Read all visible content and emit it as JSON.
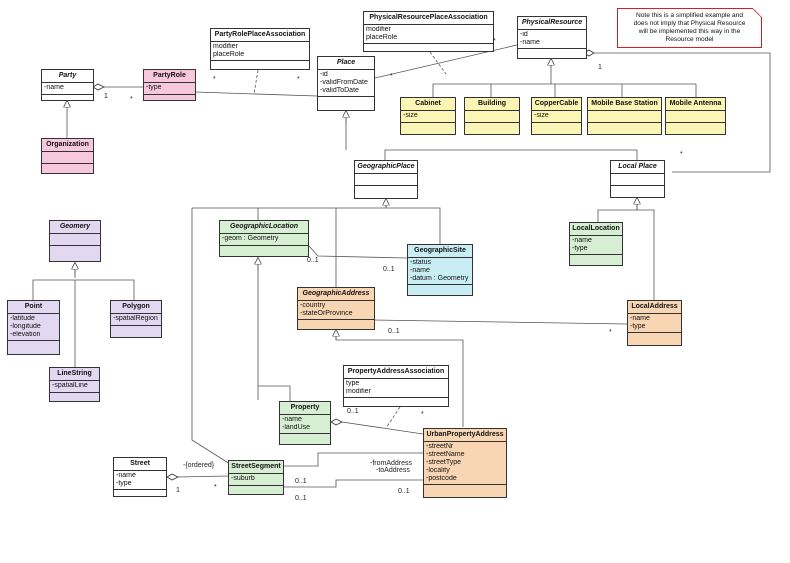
{
  "note": {
    "lines": [
      "Note this is a simplified example and",
      "does not imply that Physical Resource",
      "will be implemented this way in the",
      "Resource model"
    ]
  },
  "classes": {
    "party": {
      "name": "Party",
      "attrs": [
        "-name"
      ]
    },
    "party_role": {
      "name": "PartyRole",
      "attrs": [
        "-type"
      ]
    },
    "organization": {
      "name": "Organization",
      "attrs": []
    },
    "party_role_place_association": {
      "name": "PartyRolePlaceAssociation",
      "attrs": [
        "modifier",
        "placeRole"
      ]
    },
    "place": {
      "name": "Place",
      "attrs": [
        "-id",
        "-validFromDate",
        "-validToDate"
      ]
    },
    "physical_resource_place_association": {
      "name": "PhysicalResourcePlaceAssociation",
      "attrs": [
        "modifier",
        "placeRole"
      ]
    },
    "physical_resource": {
      "name": "PhysicalResource",
      "attrs": [
        "-id",
        "-name"
      ]
    },
    "cabinet": {
      "name": "Cabinet",
      "attrs": [
        "-size"
      ]
    },
    "building": {
      "name": "Building",
      "attrs": []
    },
    "copper_cable": {
      "name": "CopperCable",
      "attrs": [
        "-size"
      ]
    },
    "mobile_base_station": {
      "name": "Mobile Base Station",
      "attrs": []
    },
    "mobile_antenna": {
      "name": "Mobile Antenna",
      "attrs": []
    },
    "geographic_place": {
      "name": "GeographicPlace",
      "attrs": []
    },
    "local_place": {
      "name": "Local Place",
      "attrs": []
    },
    "geometry": {
      "name": "Geomery",
      "attrs": []
    },
    "point": {
      "name": "Point",
      "attrs": [
        "-latitude",
        "-longitude",
        "-elevation"
      ]
    },
    "polygon": {
      "name": "Polygon",
      "attrs": [
        "-spatialRegion"
      ]
    },
    "line_string": {
      "name": "LineString",
      "attrs": [
        "-spatialLine"
      ]
    },
    "geographic_location": {
      "name": "GeographicLocation",
      "attrs": [
        "-geom : Geometry"
      ]
    },
    "geographic_site": {
      "name": "GeographicSite",
      "attrs": [
        "-status",
        "-name",
        "-datum : Geometry"
      ]
    },
    "local_location": {
      "name": "LocalLocation",
      "attrs": [
        "-name",
        "-type"
      ]
    },
    "geographic_address": {
      "name": "GeographicAddress",
      "attrs": [
        "-country",
        "-stateOrProvince"
      ]
    },
    "local_address": {
      "name": "LocalAddress",
      "attrs": [
        "-name",
        "-type"
      ]
    },
    "property_address_association": {
      "name": "PropertyAddressAssociation",
      "attrs": [
        "type",
        "modifier"
      ]
    },
    "property": {
      "name": "Property",
      "attrs": [
        "-name",
        "-landUse"
      ]
    },
    "urban_property_address": {
      "name": "UrbanPropertyAddress",
      "attrs": [
        "-streetNr",
        "-streetName",
        "-streetType",
        "-locality",
        "-postcode"
      ]
    },
    "street": {
      "name": "Street",
      "attrs": [
        "-name",
        "-type"
      ]
    },
    "street_segment": {
      "name": "StreetSegment",
      "attrs": [
        "-suburb"
      ]
    }
  },
  "labels": {
    "m_party_role_many": "*",
    "m_party_one": "1",
    "m_prpa_left": "*",
    "m_prpa_right": "*",
    "m_place_pr": "*",
    "m_physres_one": "1",
    "m_physres_assoc": "*",
    "m_local_many": "*",
    "m_geoloc_01": "0..1",
    "m_geosite_01": "0..1",
    "m_geoaddr_01": "0..1",
    "m_localaddr_many": "*",
    "m_paa_left": "0..1",
    "m_paa_right": "*",
    "ordered": "-{ordered}",
    "m_street_one": "1",
    "m_segment_many": "*",
    "from_address": "-fromAddress",
    "to_address": "-toAddress",
    "m_seg_01_a": "0..1",
    "m_seg_01_b": "0..1",
    "m_upa_01": "0..1"
  }
}
